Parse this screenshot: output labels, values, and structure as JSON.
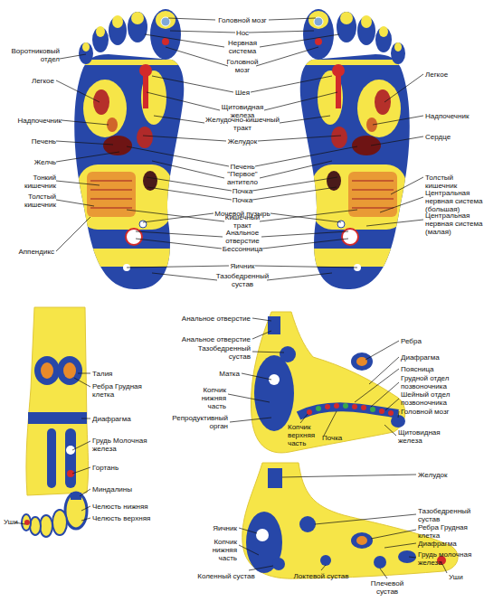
{
  "diagram": {
    "labels": [
      "Головной мозг",
      "Нос",
      "Нервная система",
      "Головной мозг",
      "Шея",
      "Щитовидная железа",
      "Желудочно-кишечный тракт",
      "Желудок",
      "Печень",
      "\"Первое\" антитело",
      "Почка",
      "Почка",
      "Мочевой пузырь",
      "Кишечный тракт",
      "Анальное отверстие",
      "Бессонница",
      "Яичник",
      "Тазобедренный сустав",
      "Воротниковый отдел",
      "Легкое",
      "Надпочечник",
      "Печень",
      "Желчь",
      "Тонкий кишечник",
      "Толстый кишечник",
      "Аппендикс",
      "Легкое",
      "Надпочечник",
      "Сердце",
      "Толстый кишечник",
      "Центральная нервная система (большая)",
      "Центральная нервная система (малая)",
      "Талия",
      "Ребра Грудная клетка",
      "Диафрагма",
      "Грудь Молочная железа",
      "Гортань",
      "Миндалины",
      "Челюсть нижняя",
      "Челюсть верхняя",
      "Уши",
      "Анальное отверстие",
      "Анальное отверстие",
      "Тазобедренный сустав",
      "Матка",
      "Копчик нижняя часть",
      "Репродуктивный орган",
      "Копчик верхняя часть",
      "Почка",
      "Ребра",
      "Диафрагма",
      "Поясница",
      "Грудной отдел позвоночника",
      "Шейный отдел позвоночника",
      "Головной мозг",
      "Щитовидная железа",
      "Желудок",
      "Тазобедренный сустав",
      "Ребра Грудная клетка",
      "Диафрагма",
      "Грудь молочная железа",
      "Уши",
      "Яичник",
      "Копчик нижняя часть",
      "Коленный сустав",
      "Локтевой сустав",
      "Плечевой сустав"
    ]
  }
}
